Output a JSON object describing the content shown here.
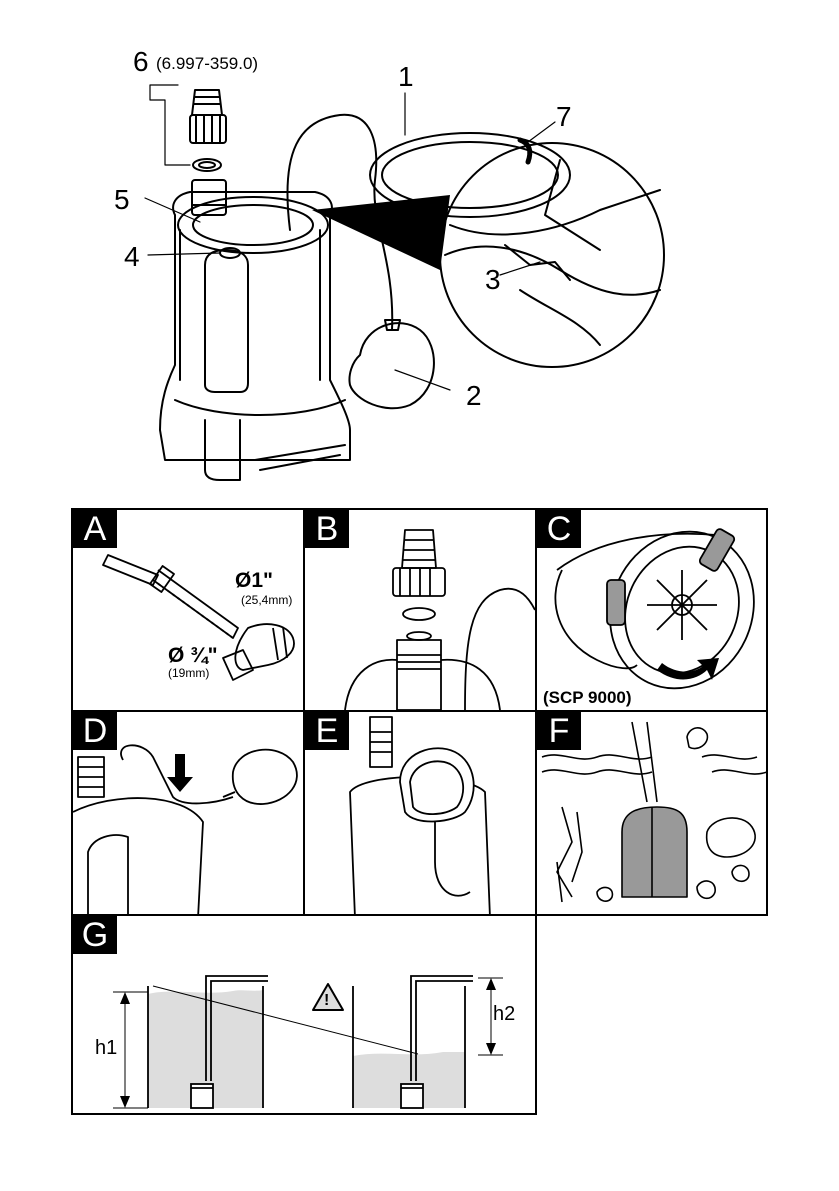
{
  "overview": {
    "callouts": {
      "c1": "1",
      "c2": "2",
      "c3": "3",
      "c4": "4",
      "c5": "5",
      "c6": "6",
      "c7": "7"
    },
    "part_number": "(6.997-359.0)"
  },
  "panels": {
    "A": {
      "label": "A",
      "dia_big": "Ø1\"",
      "dia_big_mm": "(25,4mm)",
      "dia_small": "Ø ¾\"",
      "dia_small_mm": "(19mm)"
    },
    "B": {
      "label": "B"
    },
    "C": {
      "label": "C",
      "model_note": "(SCP 9000)"
    },
    "D": {
      "label": "D"
    },
    "E": {
      "label": "E"
    },
    "F": {
      "label": "F"
    },
    "G": {
      "label": "G",
      "h1": "h1",
      "h2": "h2",
      "warning_symbol": "!"
    }
  },
  "icons": [
    "warning-triangle-icon",
    "arrow-down-icon",
    "rotate-arrow-icon"
  ]
}
